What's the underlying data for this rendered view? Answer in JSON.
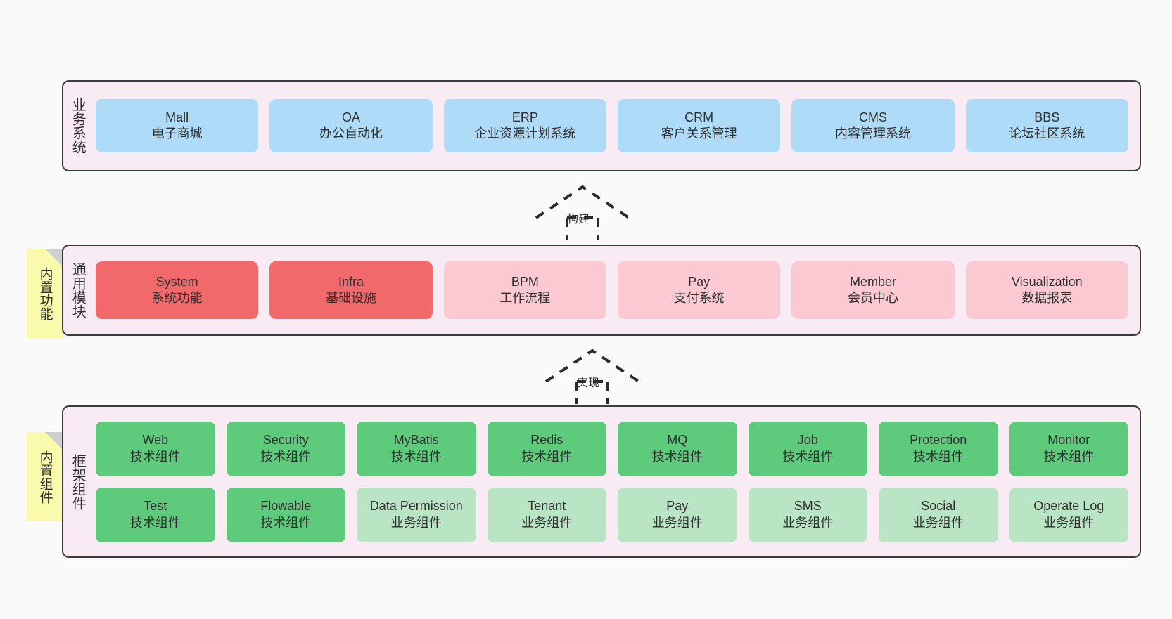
{
  "diagram": {
    "title": "",
    "background": "#fafafa",
    "colors": {
      "panel_fill": "#f8ebf4",
      "panel_border": "#3b3b3b",
      "business_box": "#aedcf8",
      "module_core_box": "#f2696c",
      "module_box": "#fbc9d1",
      "tech_component_box": "#5ecb7c",
      "biz_component_box": "#b9e5c4",
      "sticky_note": "#fafaad",
      "sticky_fold": "#cfcfcf"
    }
  },
  "layers": {
    "business": {
      "label": "业务系统",
      "items": [
        {
          "name": "Mall",
          "desc": "电子商城"
        },
        {
          "name": "OA",
          "desc": "办公自动化"
        },
        {
          "name": "ERP",
          "desc": "企业资源计划系统"
        },
        {
          "name": "CRM",
          "desc": "客户关系管理"
        },
        {
          "name": "CMS",
          "desc": "内容管理系统"
        },
        {
          "name": "BBS",
          "desc": "论坛社区系统"
        }
      ]
    },
    "modules": {
      "label": "通用模块",
      "sticky": "内置功能",
      "items": [
        {
          "name": "System",
          "desc": "系统功能",
          "kind": "core"
        },
        {
          "name": "Infra",
          "desc": "基础设施",
          "kind": "core"
        },
        {
          "name": "BPM",
          "desc": "工作流程",
          "kind": "normal"
        },
        {
          "name": "Pay",
          "desc": "支付系统",
          "kind": "normal"
        },
        {
          "name": "Member",
          "desc": "会员中心",
          "kind": "normal"
        },
        {
          "name": "Visualization",
          "desc": "数据报表",
          "kind": "normal"
        }
      ]
    },
    "framework": {
      "label": "框架组件",
      "sticky": "内置组件",
      "row_tech": [
        {
          "name": "Web",
          "desc": "技术组件"
        },
        {
          "name": "Security",
          "desc": "技术组件"
        },
        {
          "name": "MyBatis",
          "desc": "技术组件"
        },
        {
          "name": "Redis",
          "desc": "技术组件"
        },
        {
          "name": "MQ",
          "desc": "技术组件"
        },
        {
          "name": "Job",
          "desc": "技术组件"
        },
        {
          "name": "Protection",
          "desc": "技术组件"
        },
        {
          "name": "Monitor",
          "desc": "技术组件"
        }
      ],
      "row_biz": [
        {
          "name": "Test",
          "desc": "技术组件",
          "kind": "tech"
        },
        {
          "name": "Flowable",
          "desc": "技术组件",
          "kind": "tech"
        },
        {
          "name": "Data Permission",
          "desc": "业务组件",
          "kind": "biz"
        },
        {
          "name": "Tenant",
          "desc": "业务组件",
          "kind": "biz"
        },
        {
          "name": "Pay",
          "desc": "业务组件",
          "kind": "biz"
        },
        {
          "name": "SMS",
          "desc": "业务组件",
          "kind": "biz"
        },
        {
          "name": "Social",
          "desc": "业务组件",
          "kind": "biz"
        },
        {
          "name": "Operate Log",
          "desc": "业务组件",
          "kind": "biz"
        }
      ]
    }
  },
  "connectors": [
    {
      "label": "构建",
      "from": "modules",
      "to": "business"
    },
    {
      "label": "实现",
      "from": "framework",
      "to": "modules"
    }
  ]
}
